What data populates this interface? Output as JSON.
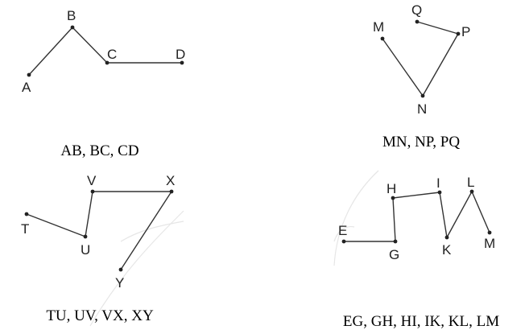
{
  "diagrams": [
    {
      "id": "abcd",
      "caption": "AB, BC, CD",
      "points": [
        {
          "label": "A"
        },
        {
          "label": "B"
        },
        {
          "label": "C"
        },
        {
          "label": "D"
        }
      ]
    },
    {
      "id": "mnpq",
      "caption": "MN, NP, PQ",
      "points": [
        {
          "label": "M"
        },
        {
          "label": "N"
        },
        {
          "label": "P"
        },
        {
          "label": "Q"
        }
      ]
    },
    {
      "id": "tuvxy",
      "caption": "TU, UV, VX, XY",
      "points": [
        {
          "label": "T"
        },
        {
          "label": "U"
        },
        {
          "label": "V"
        },
        {
          "label": "X"
        },
        {
          "label": "Y"
        }
      ]
    },
    {
      "id": "eghiklm",
      "caption": "EG, GH, HI, IK, KL, LM",
      "points": [
        {
          "label": "E"
        },
        {
          "label": "G"
        },
        {
          "label": "H"
        },
        {
          "label": "I"
        },
        {
          "label": "K"
        },
        {
          "label": "L"
        },
        {
          "label": "M"
        }
      ]
    }
  ]
}
